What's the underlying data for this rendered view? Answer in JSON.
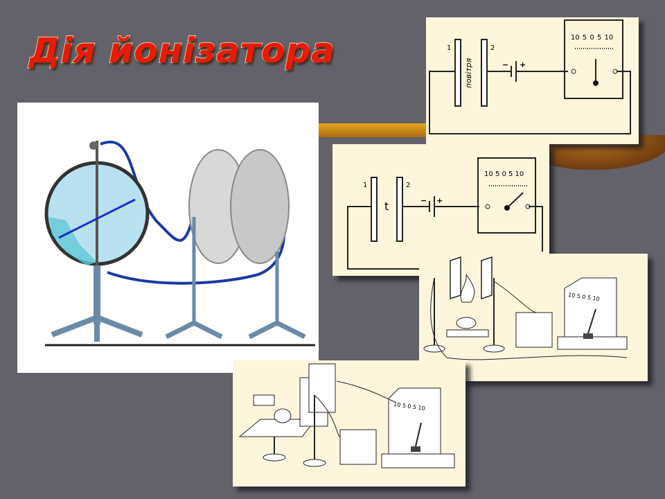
{
  "slide": {
    "title": "Дія йонізатора"
  },
  "circuit_air": {
    "plate1_label": "1",
    "plate2_label": "2",
    "gap_label": "повітря",
    "battery_minus": "−",
    "battery_plus": "+",
    "meter_scale": "10 5 0 5 10"
  },
  "circuit_heated": {
    "plate1_label": "1",
    "plate2_label": "2",
    "gap_label": "t",
    "battery_minus": "−",
    "battery_plus": "+",
    "meter_scale": "10 5 0 5 10"
  },
  "setup_flame": {
    "meter_scale": "10 5 0 5 10"
  },
  "setup_ionizer": {
    "meter_scale": "10 5 0 5 10"
  },
  "colors": {
    "background": "#636169",
    "title": "#e81a08",
    "panel": "#fdf5dc"
  }
}
